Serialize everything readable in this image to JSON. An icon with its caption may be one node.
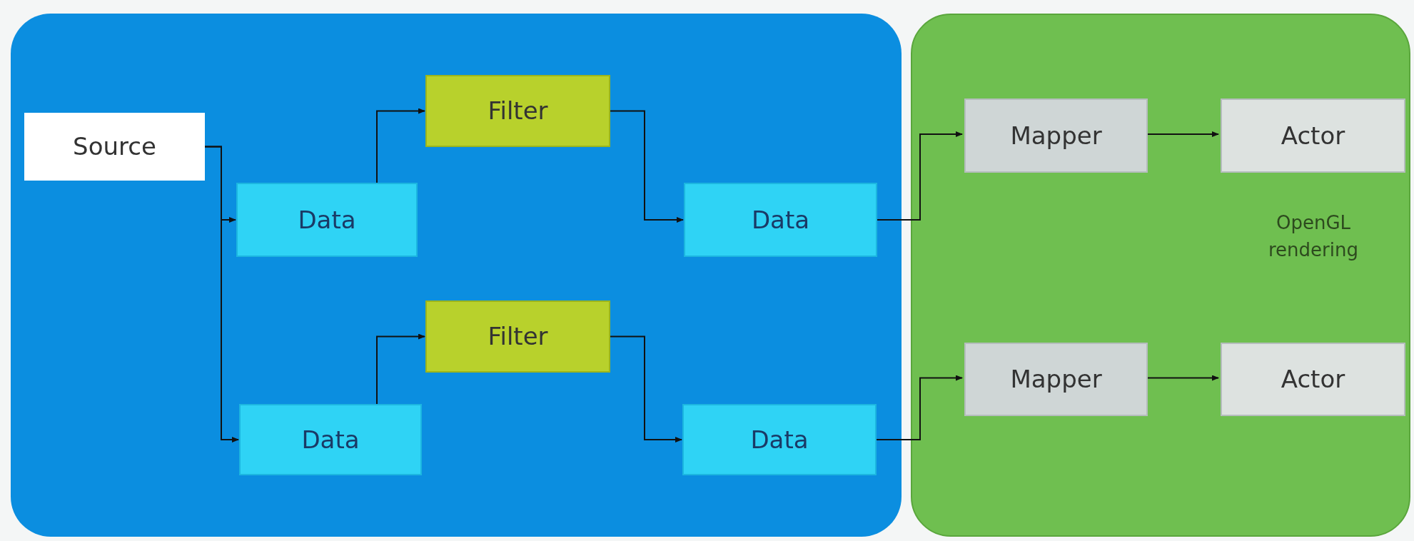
{
  "diagram": {
    "nodes": [
      {
        "text": [],
        "shape": "box"
      },
      {
        "text": [
          "OpenGL rendering"
        ]
      },
      {
        "text": [
          "Source"
        ],
        "in": 0
      },
      {
        "text": [
          "Filter"
        ],
        "in": 0
      },
      {
        "text": [
          "Data"
        ],
        "in": 0
      },
      {
        "text": [
          "Data"
        ],
        "in": 0
      },
      {
        "text": [
          "Filter"
        ],
        "in": 0
      },
      {
        "text": [
          "Data"
        ],
        "in": 0
      },
      {
        "text": [
          "Data"
        ],
        "in": 0
      },
      {
        "text": [
          "Mapper"
        ],
        "in": 1
      },
      {
        "text": [
          "Actor"
        ],
        "in": 1
      },
      {
        "text": [
          "Mapper"
        ],
        "in": 1
      },
      {
        "text": [
          "Actor"
        ],
        "in": 1
      }
    ],
    "edges": [
      {
        "from": 2,
        "to": 4,
        "arrow": "to"
      },
      {
        "from": 2,
        "to": 7,
        "arrow": "to"
      },
      {
        "from": 4,
        "to": 3,
        "arrow": "to"
      },
      {
        "from": 3,
        "to": 5,
        "arrow": "to"
      },
      {
        "from": 7,
        "to": 6,
        "arrow": "to"
      },
      {
        "from": 6,
        "to": 8,
        "arrow": "to"
      },
      {
        "from": 5,
        "to": 9,
        "arrow": "to"
      },
      {
        "from": 9,
        "to": 10,
        "arrow": "to"
      },
      {
        "from": 8,
        "to": 11,
        "arrow": "to"
      },
      {
        "from": 11,
        "to": 12,
        "arrow": "to"
      }
    ]
  }
}
